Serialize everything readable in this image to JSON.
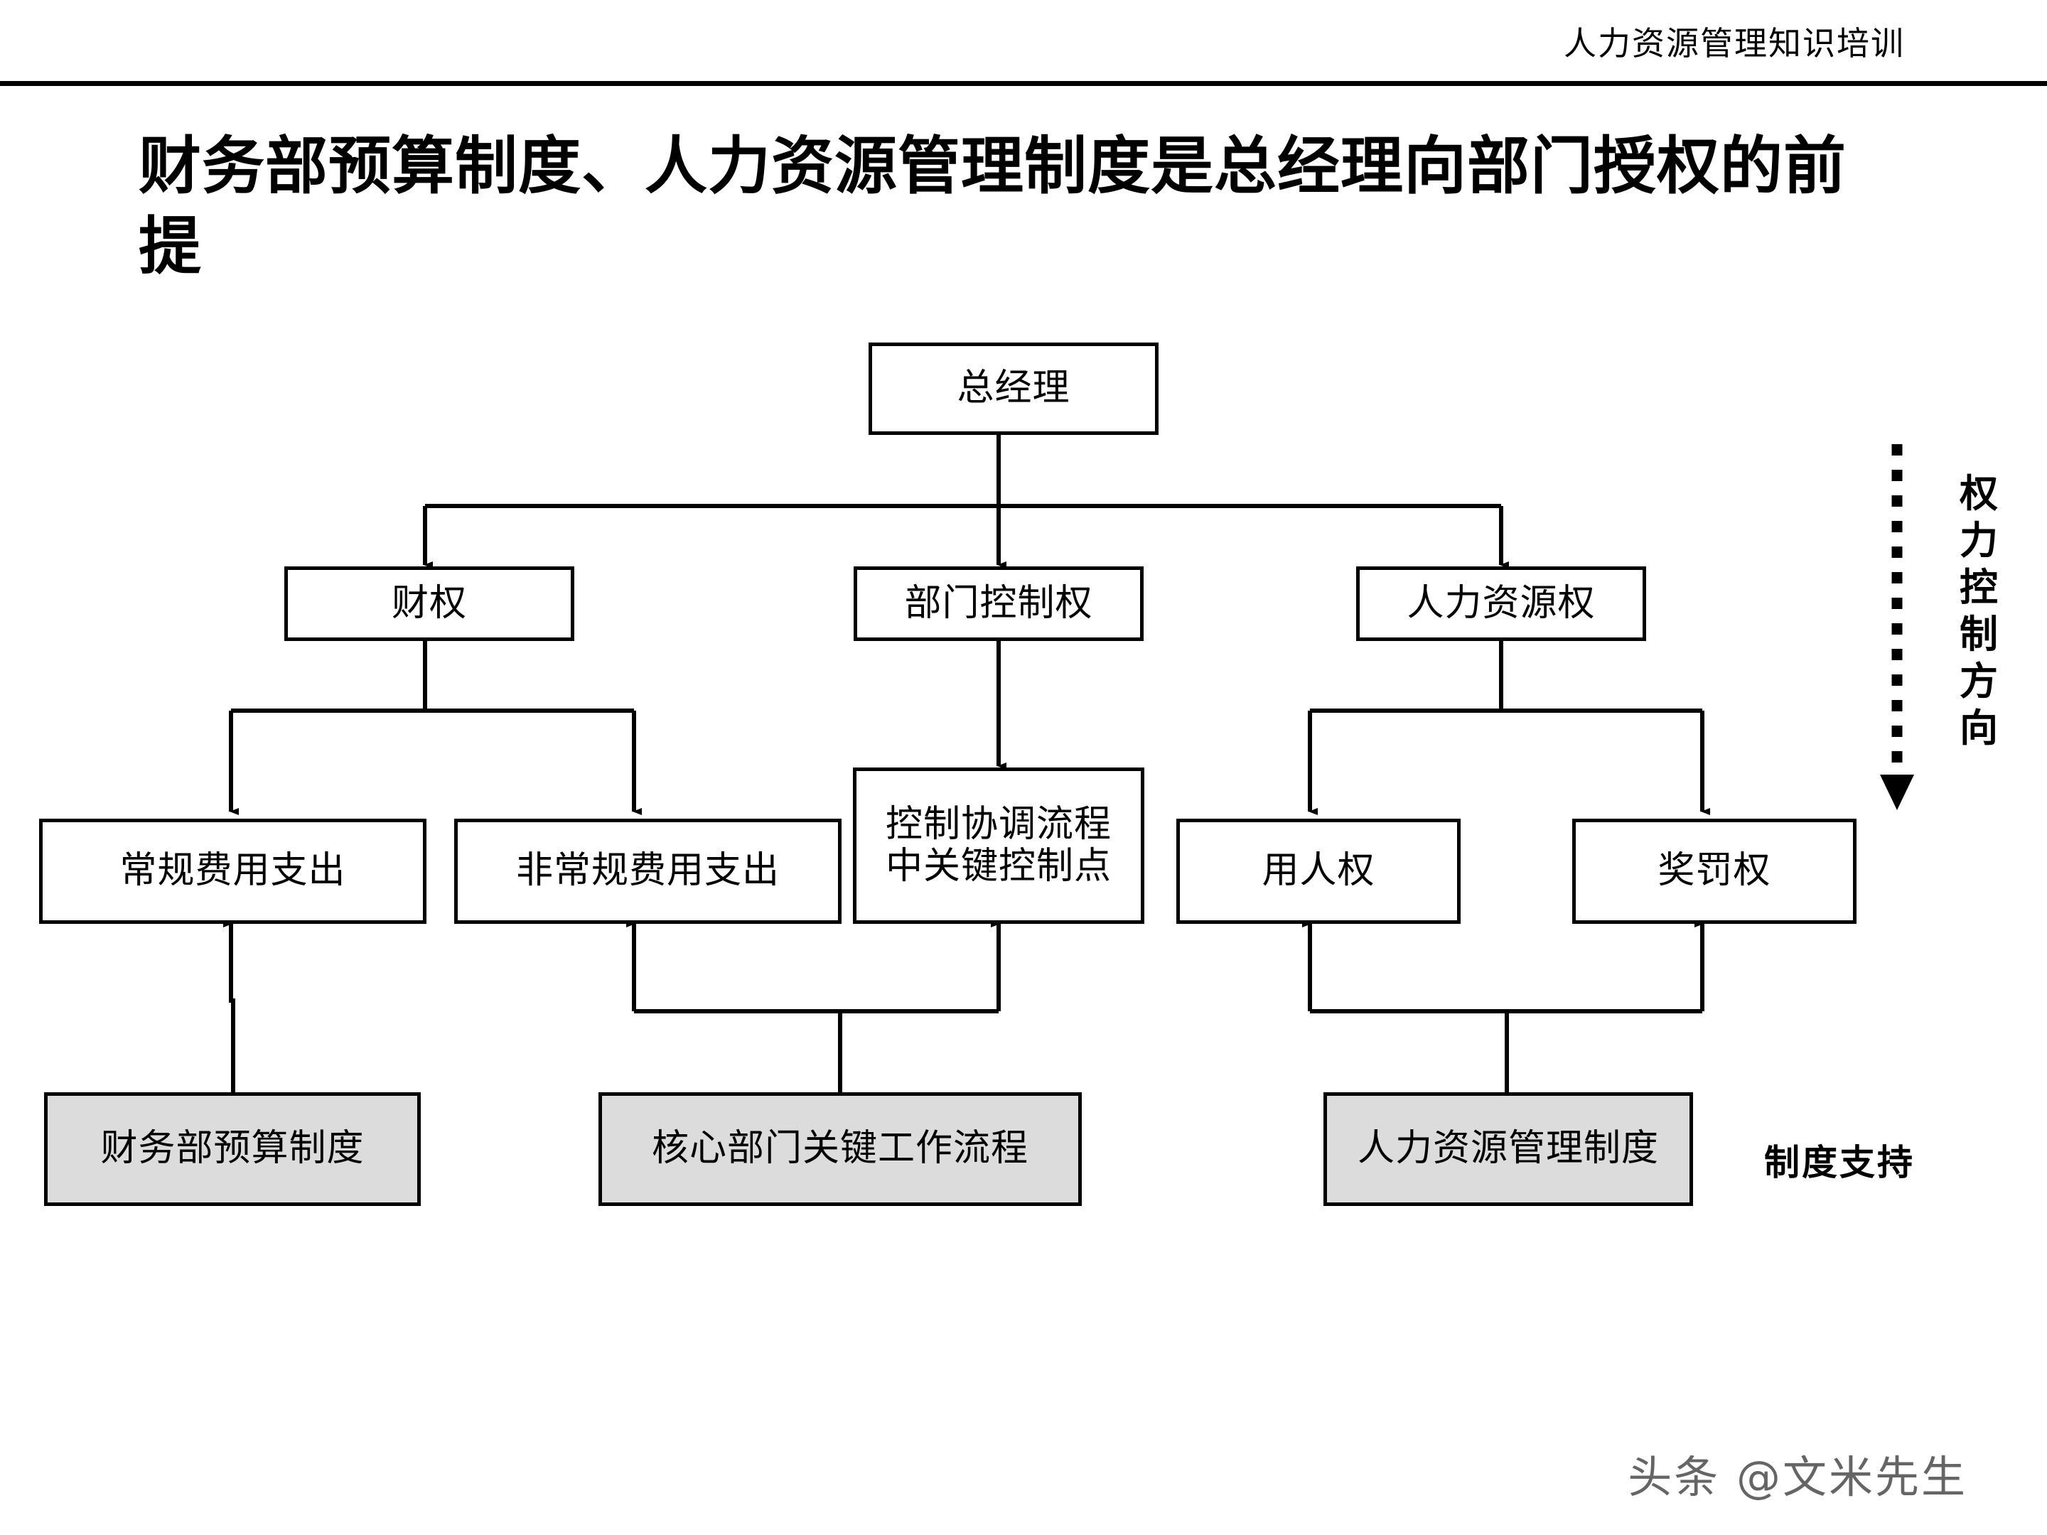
{
  "header": {
    "title": "人力资源管理知识培训"
  },
  "slide": {
    "title": "财务部预算制度、人力资源管理制度是总经理向部门授权的前提"
  },
  "diagram": {
    "type": "org-authority-tree",
    "nodes": {
      "root": {
        "label": "总经理"
      },
      "level2": [
        {
          "label": "财权"
        },
        {
          "label": "部门控制权"
        },
        {
          "label": "人力资源权"
        }
      ],
      "level3": [
        {
          "label": "常规费用支出"
        },
        {
          "label": "非常规费用支出"
        },
        {
          "label": "控制协调流程",
          "label_line2": "中关键控制点"
        },
        {
          "label": "用人权"
        },
        {
          "label": "奖罚权"
        }
      ],
      "support": [
        {
          "label": "财务部预算制度"
        },
        {
          "label": "核心部门关键工作流程"
        },
        {
          "label": "人力资源管理制度"
        }
      ]
    },
    "annotations": {
      "power_direction_chars": [
        "权",
        "力",
        "控",
        "制",
        "方",
        "向"
      ],
      "system_support": "制度支持"
    },
    "colors": {
      "line": "#000000",
      "node_fill": "#ffffff",
      "support_fill": "#dcdcdc",
      "text": "#000000"
    }
  },
  "watermark": {
    "text": "头条 @文米先生"
  }
}
